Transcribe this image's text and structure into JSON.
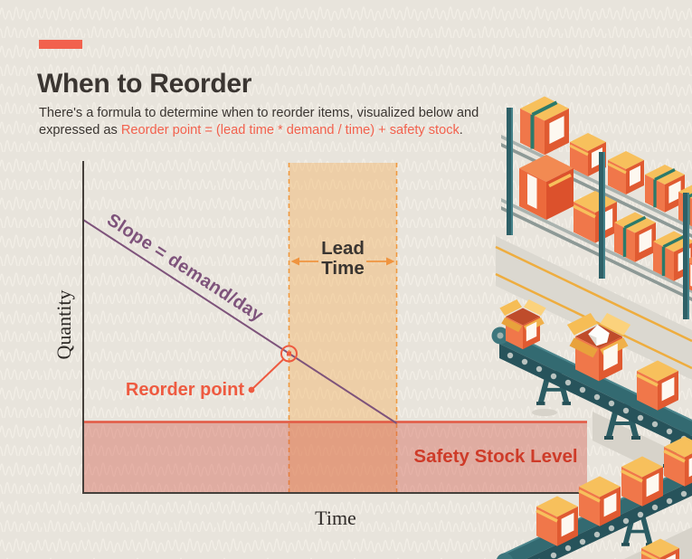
{
  "header": {
    "title": "When to Reorder",
    "subtitle_line1": "There's a formula to determine when to reorder items, visualized below and",
    "subtitle_line2_prefix": "expressed as ",
    "subtitle_formula": "Reorder point = (lead time * demand / time) + safety stock",
    "subtitle_period": "."
  },
  "chart": {
    "y_axis_label": "Quantity",
    "x_axis_label": "Time",
    "slope_annotation": "Slope = demand/day",
    "lead_time_label": "Lead Time",
    "reorder_point_label": "Reorder point",
    "safety_stock_label": "Safety Stock Level"
  },
  "colors": {
    "background": "#e8e4dc",
    "pattern": "#f2eee6",
    "text_dark": "#3a3531",
    "accent_coral": "#f2614d",
    "slope_purple": "#7e537b",
    "lead_band_orange": "#f0a355",
    "lead_band_border": "#ef9440",
    "safety_band_pink": "#d25848",
    "safety_band_border": "#e25843",
    "safety_label_red": "#ce3b29",
    "reorder_coral": "#ee5a40",
    "axis_dark": "#46403b",
    "illustration_teal": "#2e6067",
    "illustration_orange": "#f0774a",
    "illustration_yellow": "#f7c05c"
  },
  "illustrations": {
    "rack": "warehouse-rack-with-boxes",
    "conveyor_top": "conveyor-belt-with-open-boxes",
    "conveyor_bottom": "conveyor-belt-with-sealed-boxes"
  }
}
